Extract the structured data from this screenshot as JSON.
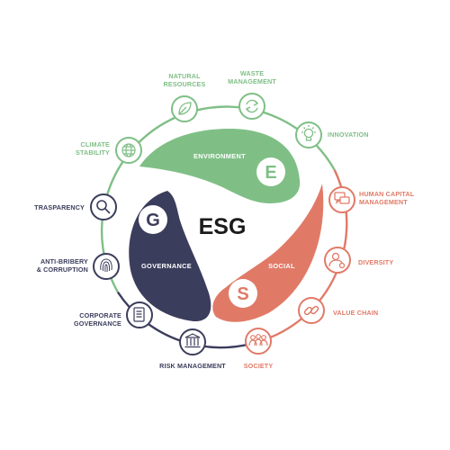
{
  "center": {
    "title": "ESG"
  },
  "segments": {
    "environment": {
      "title": "ENVIRONMENT",
      "letter": "E"
    },
    "social": {
      "title": "SOCIAL",
      "letter": "S"
    },
    "governance": {
      "title": "GOVERNANCE",
      "letter": "G"
    }
  },
  "nodes": {
    "natural_resources": {
      "line1": "NATURAL",
      "line2": "RESOURCES",
      "icon": "leaf-icon"
    },
    "waste_management": {
      "line1": "WASTE",
      "line2": "MANAGEMENT",
      "icon": "recycle-icon"
    },
    "innovation": {
      "line1": "INNOVATION",
      "icon": "lightbulb-icon"
    },
    "climate_stability": {
      "line1": "CLIMATE",
      "line2": "STABILITY",
      "icon": "globe-icon"
    },
    "human_capital": {
      "line1": "HUMAN CAPITAL",
      "line2": "MANAGEMENT",
      "icon": "chat-icon"
    },
    "diversity": {
      "line1": "DIVERSITY",
      "icon": "person-icon"
    },
    "value_chain": {
      "line1": "VALUE CHAIN",
      "icon": "chain-link-icon"
    },
    "society": {
      "line1": "SOCIETY",
      "icon": "people-group-icon"
    },
    "transparency": {
      "line1": "TRASPARENCY",
      "icon": "magnifier-icon"
    },
    "anti_bribery": {
      "line1": "ANTI-BRIBERY",
      "line2": "& CORRUPTION",
      "icon": "fingerprint-icon"
    },
    "corporate_governance": {
      "line1": "CORPORATE",
      "line2": "GOVERNANCE",
      "icon": "document-icon"
    },
    "risk_management": {
      "line1": "RISK MANAGEMENT",
      "icon": "institution-icon"
    }
  },
  "colors": {
    "environment": "#7fbf86",
    "social": "#e07a67",
    "governance": "#3b3d5c"
  }
}
